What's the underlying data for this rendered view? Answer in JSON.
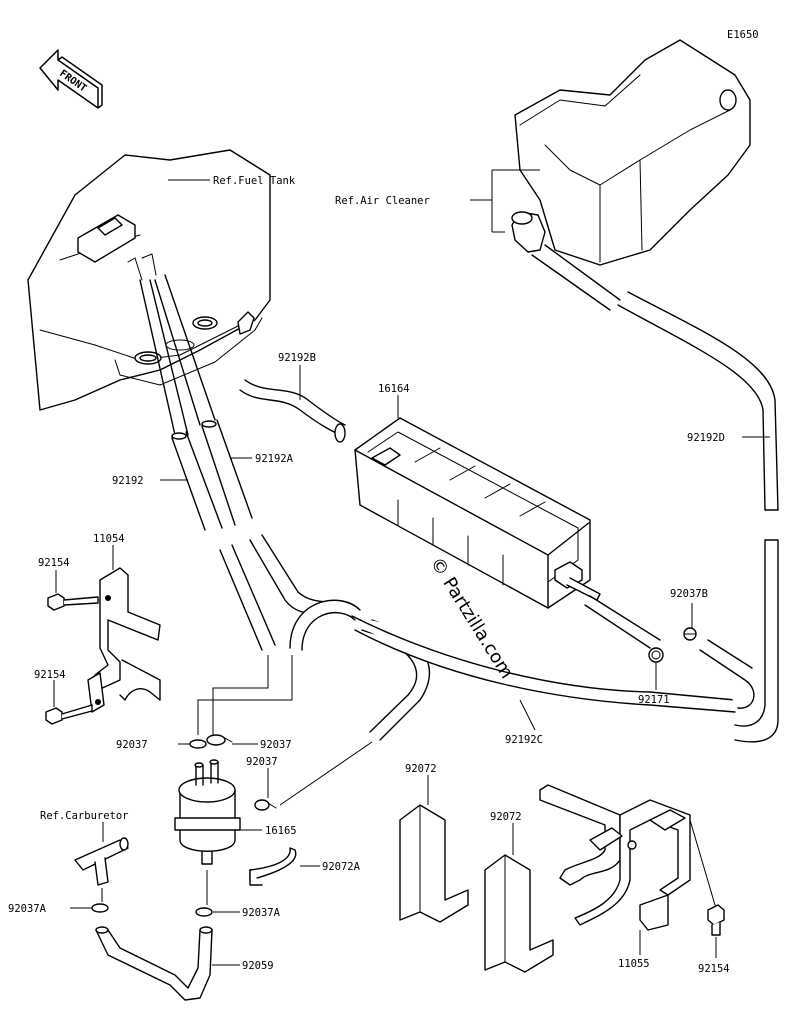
{
  "diagram_id": "E1650",
  "front_label": "FRONT",
  "watermark": "© Partzilla.com",
  "labels": {
    "ref_fuel_tank": "Ref.Fuel Tank",
    "ref_air_cleaner": "Ref.Air Cleaner",
    "ref_carburetor": "Ref.Carburetor",
    "p92192B": "92192B",
    "p16164": "16164",
    "p92192D": "92192D",
    "p92192A": "92192A",
    "p92192": "92192",
    "p11054": "11054",
    "p92154_a": "92154",
    "p92154_b": "92154",
    "p92154_c": "92154",
    "p92037B": "92037B",
    "p92171": "92171",
    "p92192C": "92192C",
    "p92037_a": "92037",
    "p92037_b": "92037",
    "p92037_c": "92037",
    "p16165": "16165",
    "p92072A": "92072A",
    "p92037A_a": "92037A",
    "p92037A_b": "92037A",
    "p92059": "92059",
    "p92072_a": "92072",
    "p92072_b": "92072",
    "p11055": "11055"
  }
}
